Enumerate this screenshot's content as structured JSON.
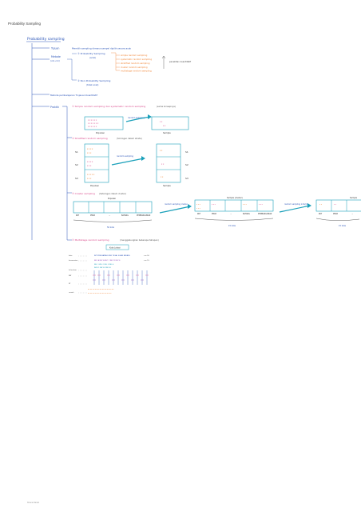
{
  "page": {
    "title": "Probability Sampling",
    "footer": "Kirana Daniel"
  },
  "colors": {
    "blue": "#2b55b8",
    "orange": "#f0873a",
    "teal": "#1ba0ba",
    "pink": "#d94a8c",
    "purple": "#8a3fb5",
    "gray": "#8a8a8a"
  },
  "notes": {
    "heading": "Probability sampling",
    "tujuan_label": "Tujuan",
    "tujuan_text": "Memilih sampling dimana sampel dipilih secara acak",
    "metode_label": "Metode",
    "metode_sub": "(ciri-ciri)",
    "prob_item": "① Probability Sampling",
    "prob_sub": "(acak)",
    "list": [
      "simple random sampling",
      "systematic random sampling",
      "stratified random sampling",
      "cluster random sampling",
      "multistage random sampling"
    ],
    "side_note": "penelitian kuantitatif",
    "nonprob_item": "② Non Probability Sampling",
    "nonprob_sub": "(tidak acak)",
    "metode_pembelajaran": "Metode pembelajaran  Tinjauan  Kuantitatif",
    "praktik_label": "Praktik",
    "srs_title": "① Simple random sampling dan systematic random sampling",
    "srs_note": "(sama konsepnya)",
    "srs_arrow": "random sampling",
    "population_label": "Populasi",
    "sample_label": "Sample",
    "str_title": "② Stratified random sampling",
    "str_note": "(homogen dalam strata)",
    "strata_labels": [
      "S1",
      "S2",
      "S3"
    ],
    "str_arrow": "random sampling",
    "cl_title": "③ Cluster sampling",
    "cl_note": "(heterogen dalam cluster)",
    "cl_popbox_label": "Populasi",
    "cl_cells": [
      "RKT",
      "PMLB",
      "...",
      "BATANG",
      "PEMBANGUNAN"
    ],
    "cl_count": "50 kota",
    "cl_arrow": "random sampling cluster",
    "cl_sample_label": "Sample (cluster)",
    "cl_count2": "15 kota",
    "cl_arrow2": "random sampling individu",
    "cl_sample3": "Sample",
    "cl_count3": "15 kota",
    "ms_title": "④ Multistage random sampling",
    "ms_note": "(menggabungkan beberapa tahapan)",
    "ms_top": "Kota Lokasi",
    "ms_tags": [
      "n = 50",
      "n = 15"
    ],
    "ms_levels": [
      "kota",
      "kecamatan",
      "kelurahan",
      "RW",
      "RT",
      "rumah"
    ]
  }
}
